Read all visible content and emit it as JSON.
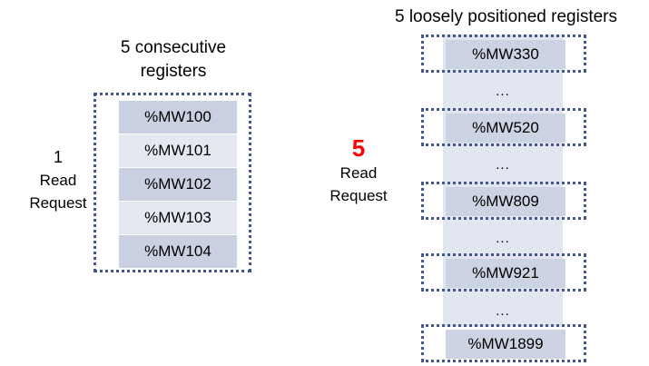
{
  "left": {
    "heading": "5 consecutive\nregisters",
    "request": {
      "count": "1",
      "line1": "Read",
      "line2": "Request"
    },
    "registers": [
      "%MW100",
      "%MW101",
      "%MW102",
      "%MW103",
      "%MW104"
    ]
  },
  "right": {
    "heading": "5 loosely positioned registers",
    "request": {
      "count": "5",
      "line1": "Read",
      "line2": "Request",
      "count_color": "#ff0000"
    },
    "registers": [
      "%MW330",
      "%MW520",
      "%MW809",
      "%MW921",
      "%MW1899"
    ],
    "separators": [
      "...",
      "...",
      "...",
      "..."
    ]
  },
  "colors": {
    "dotted_border": "#44578c",
    "row_dark": "#c9d0e2",
    "row_light": "#e4e8f1",
    "band": "#e2e6f0",
    "accent_red": "#ff0000",
    "background": "#ffffff"
  }
}
